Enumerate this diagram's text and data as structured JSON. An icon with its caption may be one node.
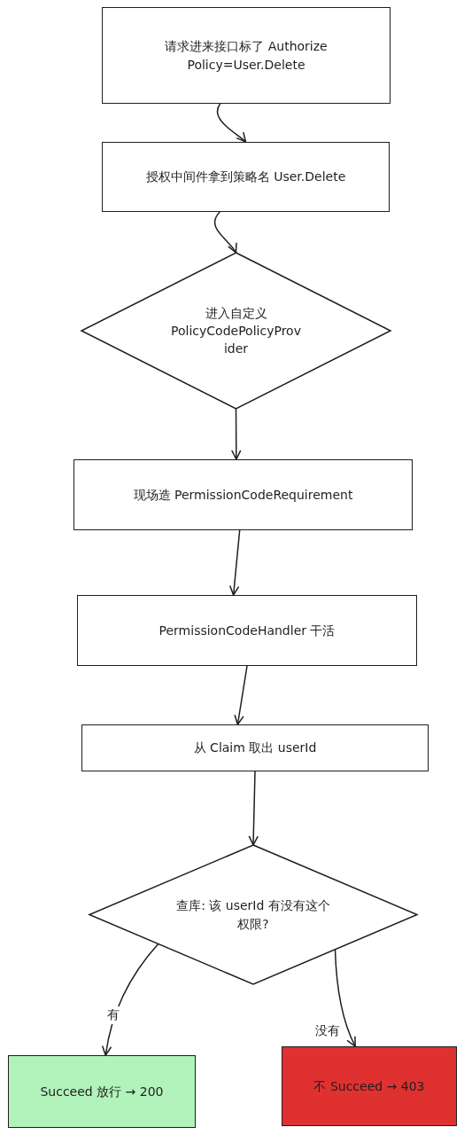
{
  "diagram": {
    "nodes": [
      {
        "text": [
          "请求进来接口标了 Authorize Policy=User.Delete"
        ]
      },
      {
        "text": [
          "授权中间件拿到策略名 User.Delete"
        ]
      },
      {
        "text": [
          "进入自定义 PolicyCodePolicyProvider"
        ]
      },
      {
        "text": [
          "现场造 PermissionCodeRequirement"
        ]
      },
      {
        "text": [
          "PermissionCodeHandler 干活"
        ]
      },
      {
        "text": [
          "从 Claim 取出 userId"
        ]
      },
      {
        "text": [
          "查库: 该 userId 有没有这个权限?"
        ]
      },
      {
        "text": [
          "Succeed 放行 → 200"
        ]
      },
      {
        "text": [
          "不 Succeed → 403"
        ]
      }
    ],
    "edges": [
      {
        "from": 0,
        "to": 1,
        "arrow": "to"
      },
      {
        "from": 1,
        "to": 2,
        "arrow": "to"
      },
      {
        "from": 2,
        "to": 3,
        "arrow": "to"
      },
      {
        "from": 3,
        "to": 4,
        "arrow": "to"
      },
      {
        "from": 4,
        "to": 5,
        "arrow": "to"
      },
      {
        "from": 5,
        "to": 6,
        "arrow": "to"
      },
      {
        "from": 6,
        "to": 7,
        "arrow": "to",
        "label": "有"
      },
      {
        "from": 6,
        "to": 8,
        "arrow": "to",
        "label": "没有"
      }
    ]
  }
}
